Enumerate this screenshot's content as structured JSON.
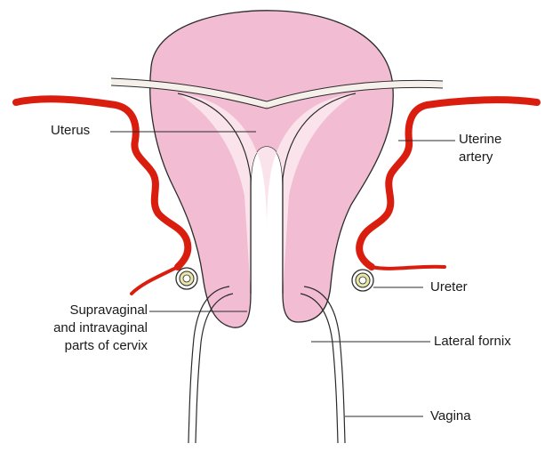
{
  "labels": {
    "uterus": "Uterus",
    "uterine_artery_line1": "Uterine",
    "uterine_artery_line2": "artery",
    "ureter": "Ureter",
    "cervix_line1": "Supravaginal",
    "cervix_line2": "and intravaginal",
    "cervix_line3": "parts of cervix",
    "lateral_fornix": "Lateral fornix",
    "vagina": "Vagina"
  },
  "colors": {
    "uterus_fill": "#f2bdd3",
    "cavity_fill": "#fbe3ec",
    "artery": "#d91e10",
    "ureter_ring": "#e8e6a8",
    "outline": "#2b2b2b",
    "ligament": "#f5f0ea",
    "leader_line": "#2b2b2b"
  }
}
